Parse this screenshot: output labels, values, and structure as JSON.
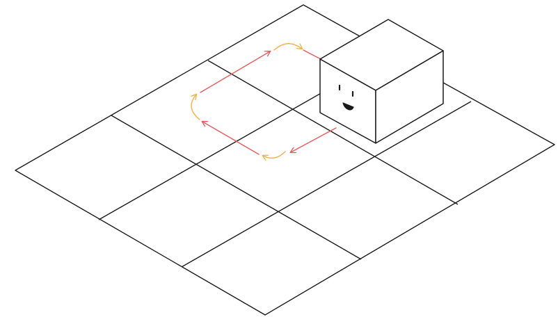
{
  "scene": {
    "grid": {
      "rows": 3,
      "cols": 3
    },
    "robot": {
      "type": "cube",
      "face": "smiling",
      "cell": "top-right"
    },
    "path": {
      "description_visible": false,
      "straight_moves": 3,
      "turns": 3
    }
  },
  "colors": {
    "grid_line": "#1a1a1a",
    "cube_line": "#1a1a1a",
    "cube_fill": "#ffffff",
    "move_arrow": "#e85a5a",
    "turn_arrow": "#f2b24a"
  },
  "icons": {
    "robot": "smiling-cube-icon",
    "move": "straight-arrow-icon",
    "turn": "curved-arrow-icon"
  }
}
